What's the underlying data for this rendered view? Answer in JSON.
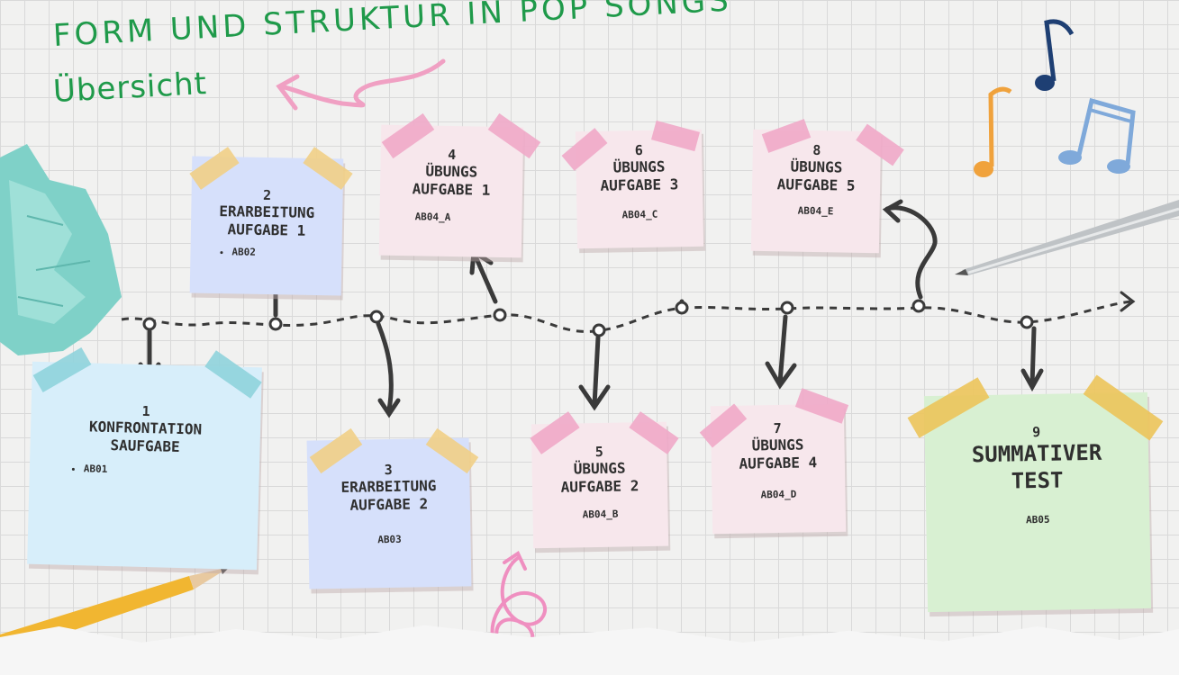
{
  "header": {
    "title": "FORM UND STRUKTUR IN POP SONGS",
    "subtitle": "Übersicht"
  },
  "colors": {
    "title_green": "#1f9a4a",
    "note_light_blue": "#d7eefa",
    "note_blue": "#d6e0fb",
    "note_pink": "#f7e7ec",
    "note_green": "#d8f0d2",
    "tape_teal": "#8fd3dc",
    "tape_yellow": "#f1cf86",
    "tape_pink": "#f0a9c8",
    "arrow": "#3a3a3a"
  },
  "notes": [
    {
      "num": "1",
      "name": "KONFRONTATION\nSAUFGABE",
      "code": "AB01"
    },
    {
      "num": "2",
      "name": "ERARBEITUNG\nAUFGABE 1",
      "code": "AB02"
    },
    {
      "num": "3",
      "name": "ERARBEITUNG\nAUFGABE 2",
      "code": "AB03"
    },
    {
      "num": "4",
      "name": "ÜBUNGS\nAUFGABE 1",
      "code": "AB04_A"
    },
    {
      "num": "5",
      "name": "ÜBUNGS\nAUFGABE 2",
      "code": "AB04_B"
    },
    {
      "num": "6",
      "name": "ÜBUNGS\nAUFGABE 3",
      "code": "AB04_C"
    },
    {
      "num": "7",
      "name": "ÜBUNGS\nAUFGABE 4",
      "code": "AB04_D"
    },
    {
      "num": "8",
      "name": "ÜBUNGS\nAUFGABE 5",
      "code": "AB04_E"
    },
    {
      "num": "9",
      "name": "SUMMATIVER\nTEST",
      "code": "AB05"
    }
  ],
  "decorations": [
    "crumpled-paper-icon",
    "pencil-icon",
    "pen-icon",
    "music-notes-icon",
    "squiggle-arrow-icon",
    "spiral-doodle-icon"
  ]
}
